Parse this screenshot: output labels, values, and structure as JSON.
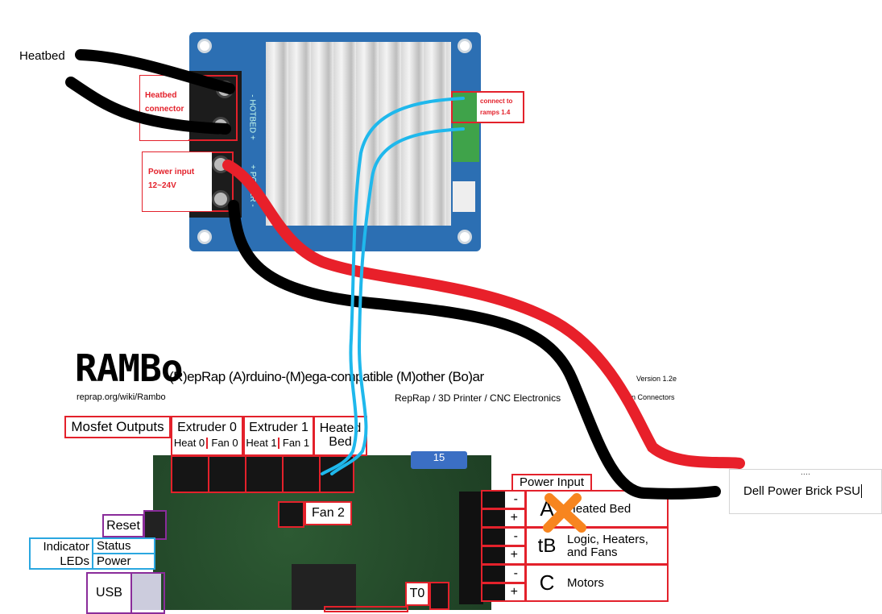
{
  "heatbed_label": "Heatbed",
  "module": {
    "heatbed_connector": [
      "Heatbed",
      "connector"
    ],
    "power_input": [
      "Power input",
      "12~24V"
    ],
    "connect_ramps": [
      "connect  to",
      "ramps 1.4"
    ],
    "silk_hotbed": "- HOTBED +",
    "silk_power": "+ POWER -"
  },
  "rambo": {
    "logo": "RAMBo",
    "subtitle": "(R)epRap (A)rduino-(M)ega-compatible (M)other (Bo)ar",
    "url": "reprap.org/wiki/Rambo",
    "tagline": "RepRap / 3D Printer / CNC Electronics",
    "version": "Version 1.2e",
    "connectors": "in Connectors",
    "mosfet_outputs": "Mosfet Outputs",
    "extruder0": "Extruder 0",
    "heat0": "Heat 0",
    "fan0": "Fan 0",
    "extruder1": "Extruder 1",
    "heat1": "Heat 1",
    "fan1": "Fan 1",
    "heated_bed": "Heated Bed",
    "fan2": "Fan 2",
    "reset": "Reset",
    "indicator_leds": [
      "Indicator",
      "LEDs"
    ],
    "status": "Status",
    "power": "Power",
    "usb": "USB",
    "t0": "T0",
    "fuse": "15",
    "power_input": "Power Input",
    "rows": [
      {
        "minus": "-",
        "plus": "+",
        "letter": "A",
        "desc": "Heated Bed"
      },
      {
        "minus": "-",
        "plus": "+",
        "letter": "tB",
        "desc": "Logic, Heaters, and Fans"
      },
      {
        "minus": "-",
        "plus": "+",
        "letter": "C",
        "desc": "Motors"
      }
    ]
  },
  "textbox": {
    "handle": "....",
    "text": "Dell Power Brick PSU"
  },
  "colors": {
    "red_wire": "#e8202a",
    "black_wire": "#000000",
    "blue_wire": "#1fb8ec",
    "orange_x": "#f7851f",
    "annotation_red": "#e3212b",
    "purple": "#8a2c9a",
    "light_blue": "#2aa7e0"
  }
}
